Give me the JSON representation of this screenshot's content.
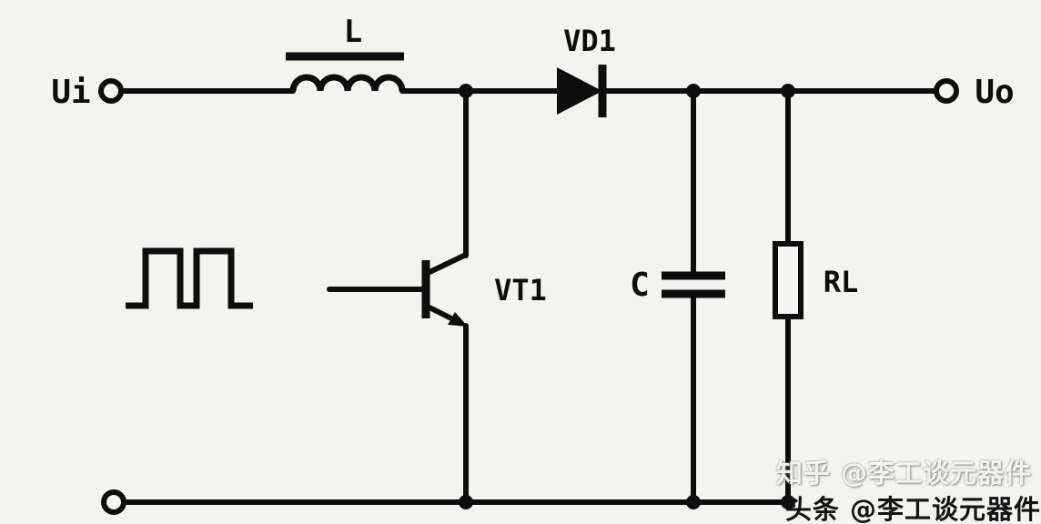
{
  "diagram": {
    "labels": {
      "input": "Ui",
      "output": "Uo",
      "inductor": "L",
      "diode": "VD1",
      "transistor": "VT1",
      "capacitor": "C",
      "load": "RL"
    },
    "watermarks": {
      "zhihu": "知乎 @李工谈元器件",
      "toutiao": "头条 @李工谈元器件"
    },
    "colors": {
      "background": "#f3f3ef",
      "line": "#0d0d0d",
      "watermark_light": "#fafaf8",
      "watermark_dark": "#141414"
    }
  }
}
